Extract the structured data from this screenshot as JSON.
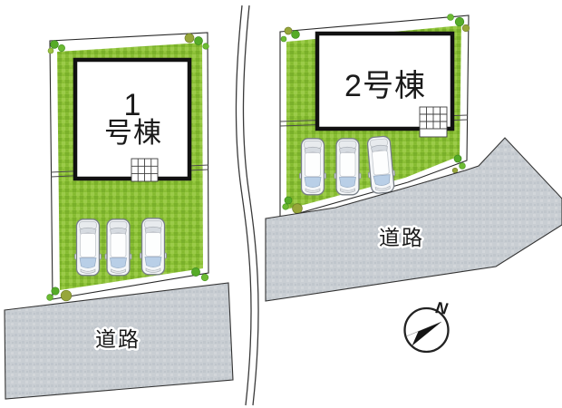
{
  "site_plan": {
    "title": "lot layout plan (2 buildings)",
    "lots": [
      {
        "id": "lot-1",
        "building_label": "1号棟",
        "building_label_lines": [
          "1",
          "号棟"
        ],
        "parking_spaces": 3
      },
      {
        "id": "lot-2",
        "building_label": "2号棟",
        "building_label_lines": [
          "2号棟"
        ],
        "parking_spaces": 3
      }
    ],
    "roads": [
      {
        "label": "道路",
        "position": "bottom-left"
      },
      {
        "label": "道路",
        "position": "bottom-right"
      }
    ],
    "compass": {
      "label": "N",
      "direction": "upper-right"
    },
    "colors": {
      "grass": "#8abf35",
      "grass_dark": "#7ab02a",
      "grass_light": "#9ccb4a",
      "road_fill": "#c9ced3",
      "lot_fill": "#ffffff",
      "outline": "#2a2a2a",
      "building_border": "#111111",
      "car_windshield": "#b9cfe7",
      "tree_green": "#55ab28",
      "tree_olive": "#97a63a"
    }
  }
}
